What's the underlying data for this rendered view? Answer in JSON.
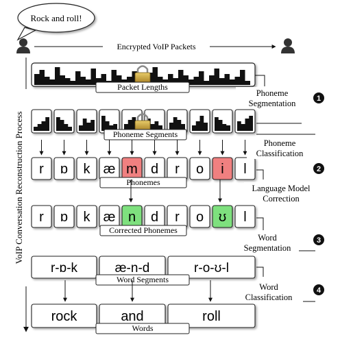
{
  "speech_bubble": "Rock and roll!",
  "top_arrow_label": "Encrypted VoIP Packets",
  "vertical_title": "VoIP Conversation Reconstruction Process",
  "labels": {
    "packet_lengths": "Packet Lengths",
    "phoneme_segments": "Phoneme Segments",
    "phonemes": "Phonemes",
    "corrected_phonemes": "Corrected Phonemes",
    "word_segments": "Word Segments",
    "words": "Words"
  },
  "steps": [
    {
      "number": "1",
      "lines": [
        "Phoneme",
        "Segmentation"
      ]
    },
    {
      "number": "",
      "lines": [
        "Phoneme",
        "Classification"
      ]
    },
    {
      "number": "2",
      "lines": [
        "Language Model",
        "Correction"
      ]
    },
    {
      "number": "3",
      "lines": [
        "Word",
        "Segmentation"
      ]
    },
    {
      "number": "4",
      "lines": [
        "Word",
        "Classification"
      ]
    }
  ],
  "phonemes": [
    "r",
    "ɒ",
    "k",
    "æ",
    "m",
    "d",
    "r",
    "o",
    "i",
    "l"
  ],
  "phoneme_highlight": [
    false,
    false,
    false,
    false,
    true,
    false,
    false,
    false,
    true,
    false
  ],
  "corrected_phonemes": [
    "r",
    "ɒ",
    "k",
    "æ",
    "n",
    "d",
    "r",
    "o",
    "ʊ",
    "l"
  ],
  "corrected_highlight": [
    false,
    false,
    false,
    false,
    true,
    false,
    false,
    false,
    true,
    false
  ],
  "word_segments": [
    "r-ɒ-k",
    "æ-n-d",
    "r-o-ʊ-l"
  ],
  "words": [
    "rock",
    "and",
    "roll"
  ],
  "colors": {
    "error": "#f08080",
    "correct": "#7ee07e",
    "ink": "#111111"
  }
}
